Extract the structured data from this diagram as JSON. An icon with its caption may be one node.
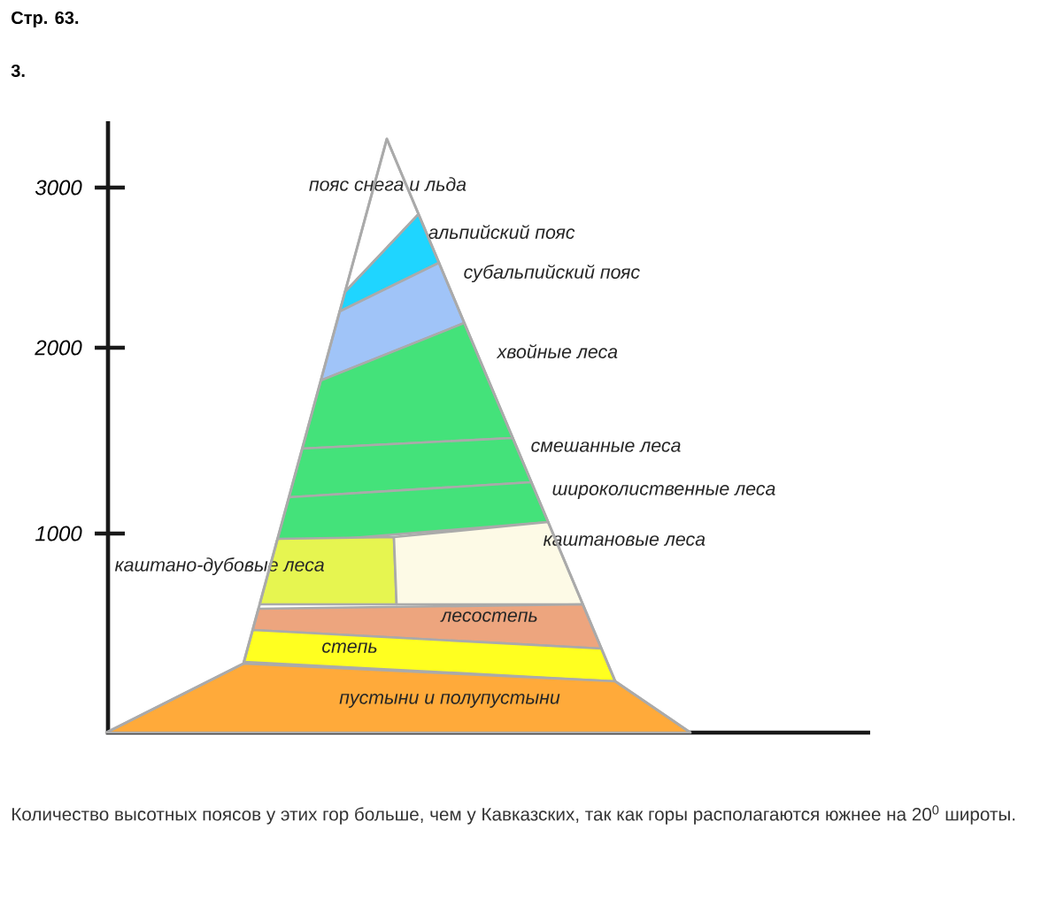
{
  "diagram": {
    "caption": "Количество высотных поясов у этих гор больше, чем у Кавказских, так как горы располагаются южнее на 20$^{0}$ широты.",
    "nodes": [
      {
        "text": [
          "пояс снега и льда"
        ]
      },
      {
        "text": [
          "альпийский пояс"
        ]
      },
      {
        "text": [
          "субальпийский пояс"
        ]
      },
      {
        "text": [
          "хвойные леса"
        ]
      },
      {
        "text": [
          "смешанные леса"
        ]
      },
      {
        "text": [
          "широколиственные леса"
        ]
      },
      {
        "text": [
          "каштано-дубовые леса"
        ]
      },
      {
        "text": [
          "каштановые леса"
        ]
      },
      {
        "text": [
          "лесостепь"
        ]
      },
      {
        "text": [
          "степь"
        ]
      },
      {
        "text": [
          "пустыни и полупустыни"
        ]
      }
    ],
    "labels": [
      "Стр. 63.",
      "3.",
      "3000",
      "2000",
      "1000"
    ]
  }
}
